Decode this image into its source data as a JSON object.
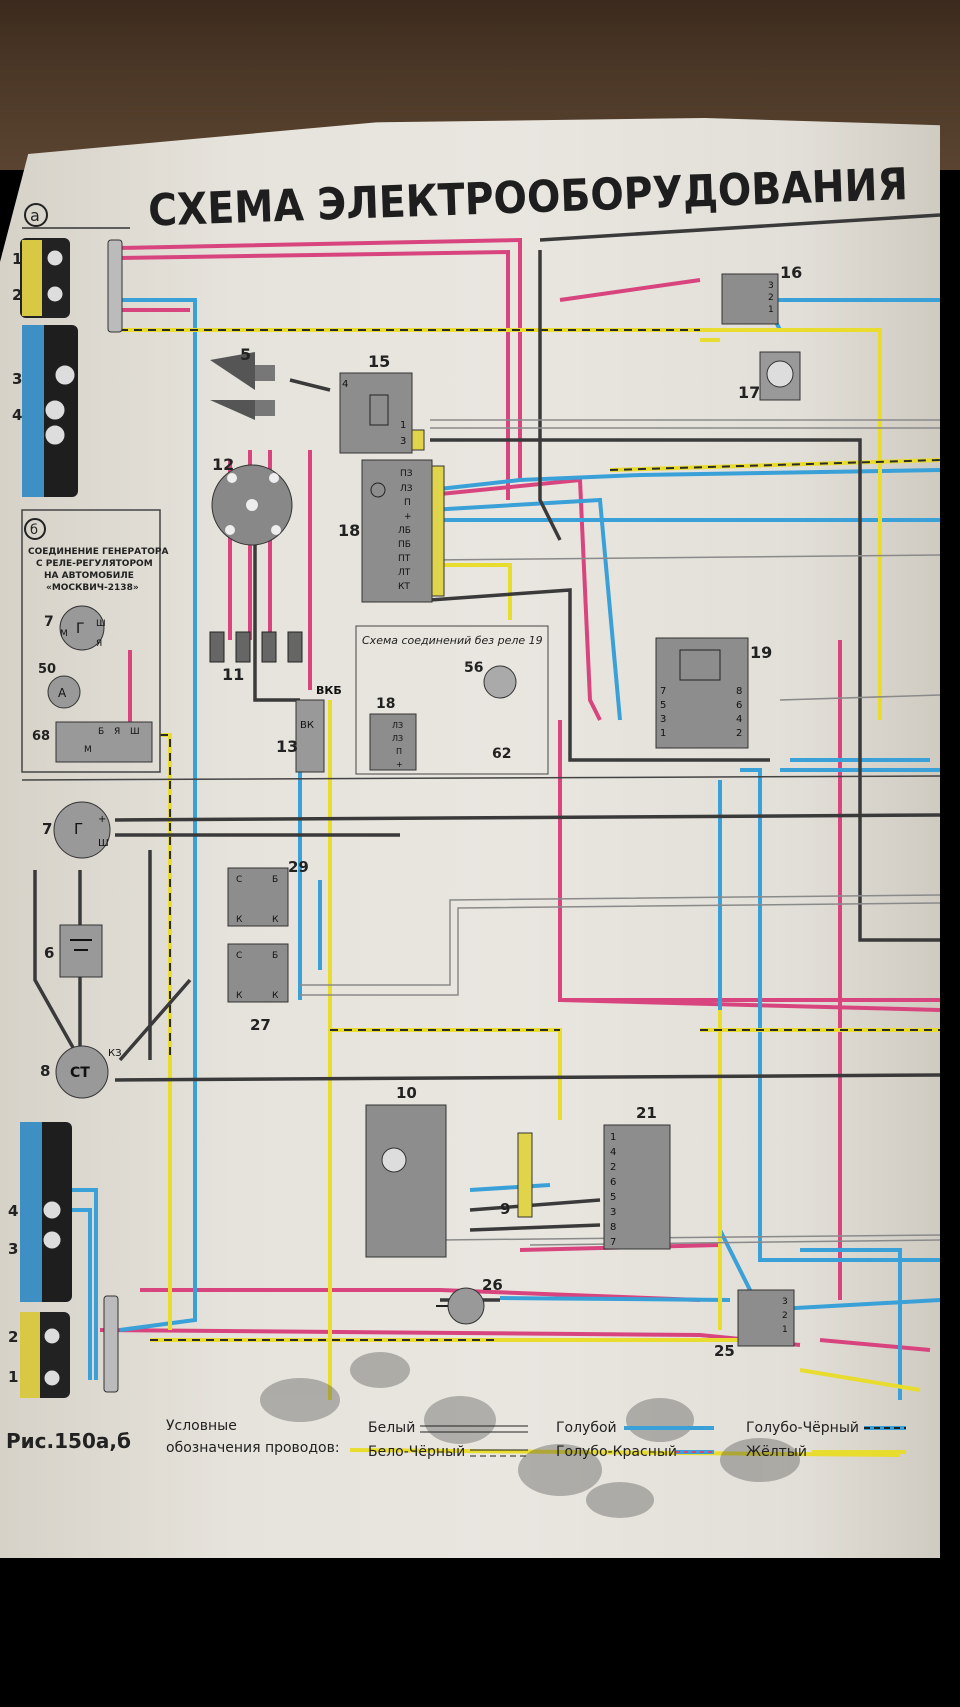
{
  "title": "СХЕМА ЭЛЕКТРООБОРУДОВАНИЯ",
  "section_a": "а",
  "section_b": "б",
  "figure_label": "Рис.150а,б",
  "inset_b_caption": [
    "СОЕДИНЕНИЕ ГЕНЕРАТОРА",
    "С РЕЛЕ-РЕГУЛЯТОРОМ",
    "НА АВТОМОБИЛЕ",
    "«МОСКВИЧ-2138»"
  ],
  "inset_no_relay_caption": "Схема соединений без реле 19",
  "components": {
    "c1": "1",
    "c2": "2",
    "c3": "3",
    "c4": "4",
    "c5": "5",
    "c6": "6",
    "c7": "7",
    "c8": "8",
    "c9": "9",
    "c10": "10",
    "c11": "11",
    "c12": "12",
    "c13": "13",
    "c15": "15",
    "c16": "16",
    "c17": "17",
    "c18": "18",
    "c19": "19",
    "c21": "21",
    "c25": "25",
    "c26": "26",
    "c27": "27",
    "c29": "29",
    "c50": "50",
    "c56": "56",
    "c62": "62",
    "c68": "68"
  },
  "terminals": {
    "relay18": [
      "ПЗ",
      "ЛЗ",
      "П",
      "+",
      "ЛБ",
      "ПБ",
      "ПТ",
      "ЛТ",
      "КТ"
    ],
    "relay18_small": [
      "ЛЗ",
      "ЛЗ",
      "П",
      "+"
    ],
    "relay29": [
      "С",
      "Б",
      "К",
      "К"
    ],
    "relay27": [
      "С",
      "Б",
      "К",
      "К"
    ],
    "vk": "ВК",
    "vkb": "ВКБ",
    "gen": "Г",
    "gen_plus": "+",
    "gen_sh": "Ш",
    "starter": "СТ",
    "kz": "КЗ",
    "relay68_terms": [
      "Б",
      "Я",
      "Ш"
    ],
    "m": "М",
    "ya": "Я",
    "a": "А",
    "conn21": [
      "1",
      "4",
      "2",
      "6",
      "5",
      "3",
      "8",
      "7"
    ],
    "relay19_left": [
      "7",
      "5",
      "3",
      "1"
    ],
    "relay19_right": [
      "8",
      "6",
      "4",
      "2"
    ],
    "relay16": [
      "3",
      "2",
      "1"
    ],
    "relay25": [
      "3",
      "2",
      "1"
    ],
    "relay15": [
      "4",
      "1",
      "3"
    ]
  },
  "legend": {
    "heading": [
      "Условные",
      "обозначения проводов:"
    ],
    "items": [
      {
        "label": "Белый",
        "color": "#f4f4f2",
        "style": "double"
      },
      {
        "label": "Бело-Чёрный",
        "color": "#f4f4f2",
        "style": "double-dash"
      },
      {
        "label": "Голубой",
        "color": "#3aa0d8",
        "style": "solid"
      },
      {
        "label": "Голубо-Красный",
        "color": "#3aa0d8",
        "style": "blue-red"
      },
      {
        "label": "Голубо-Чёрный",
        "color": "#3aa0d8",
        "style": "blue-black"
      },
      {
        "label": "Жёлтый",
        "color": "#e9e13a",
        "style": "solid"
      }
    ]
  },
  "wire_colors": {
    "black": "#3a3a3a",
    "red": "#d8457e",
    "blue": "#3aa0d8",
    "yellow": "#e8dc2e",
    "gray": "#8a8a8a"
  }
}
